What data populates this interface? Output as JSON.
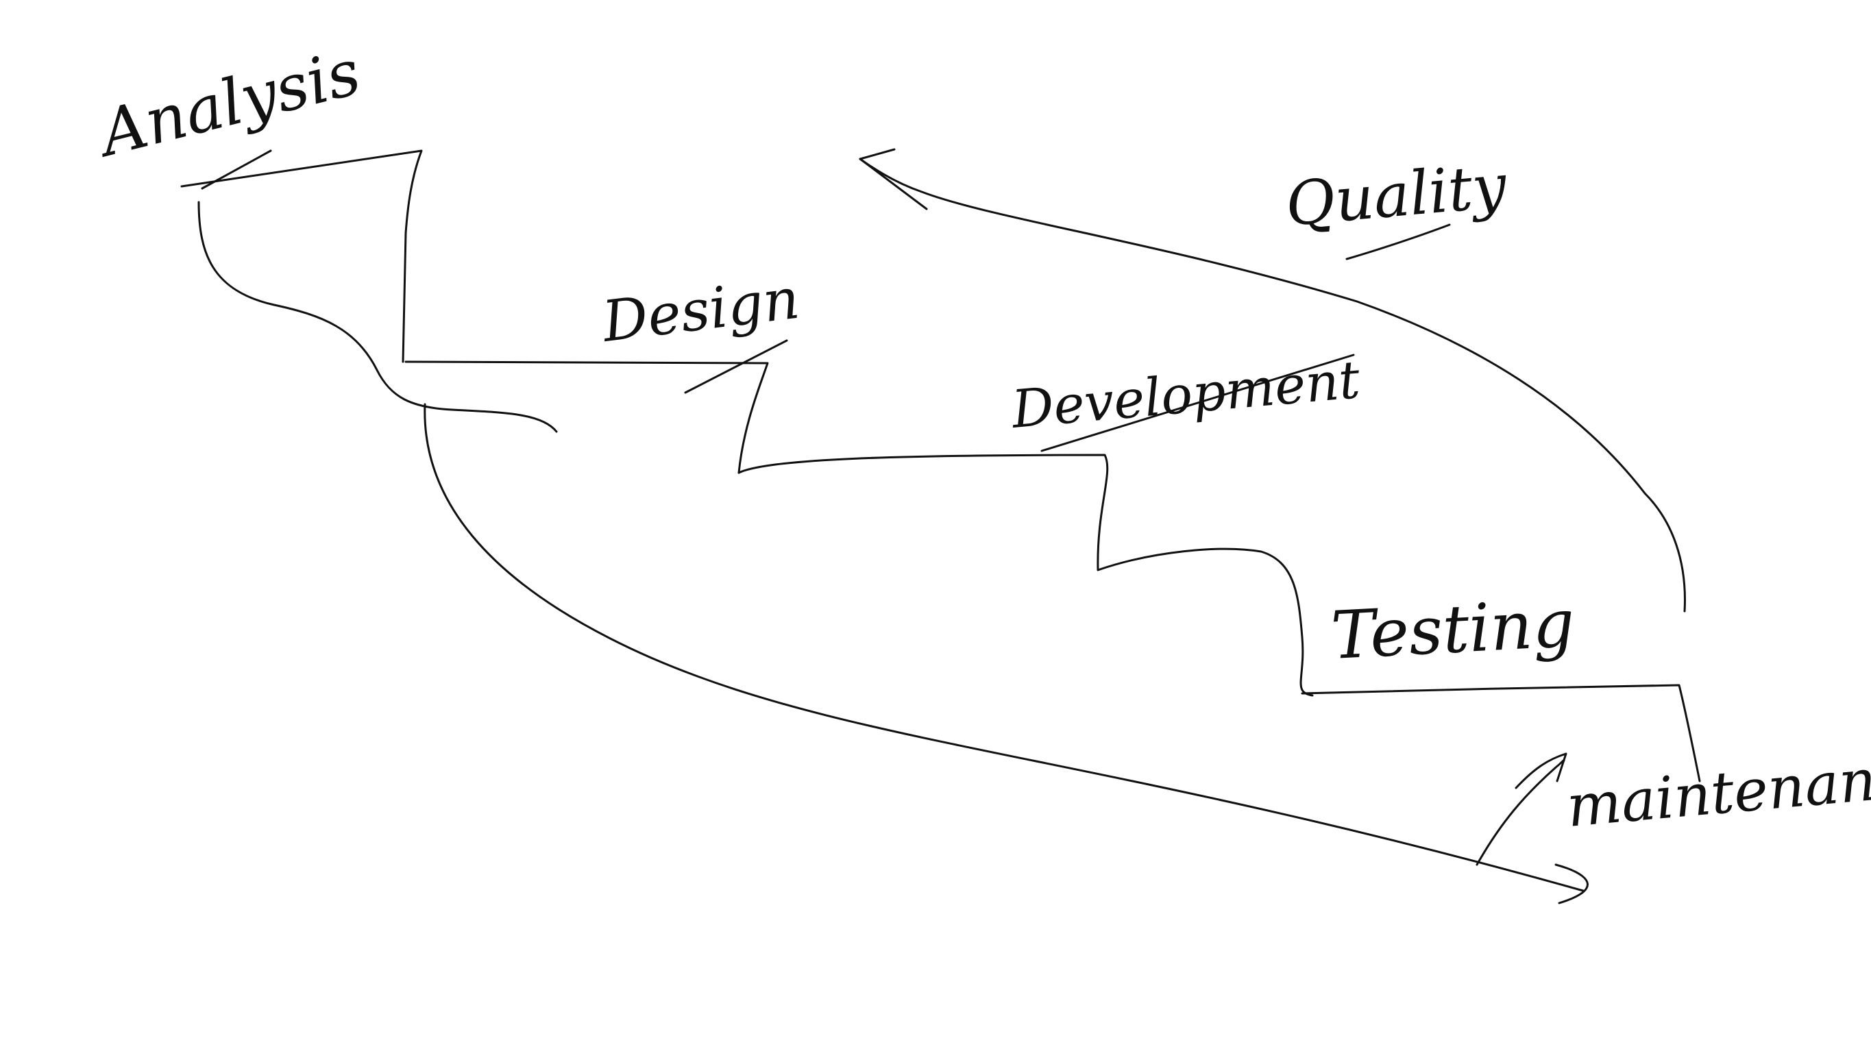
{
  "diagram": {
    "stages": [
      {
        "id": "analysis",
        "label": "Analysis"
      },
      {
        "id": "design",
        "label": "Design"
      },
      {
        "id": "development",
        "label": "Development"
      },
      {
        "id": "testing",
        "label": "Testing"
      },
      {
        "id": "maintenance",
        "label": "maintenance"
      }
    ],
    "feedback_label": "Quality",
    "ink_color": "#111111",
    "background_color": "#ffffff"
  }
}
